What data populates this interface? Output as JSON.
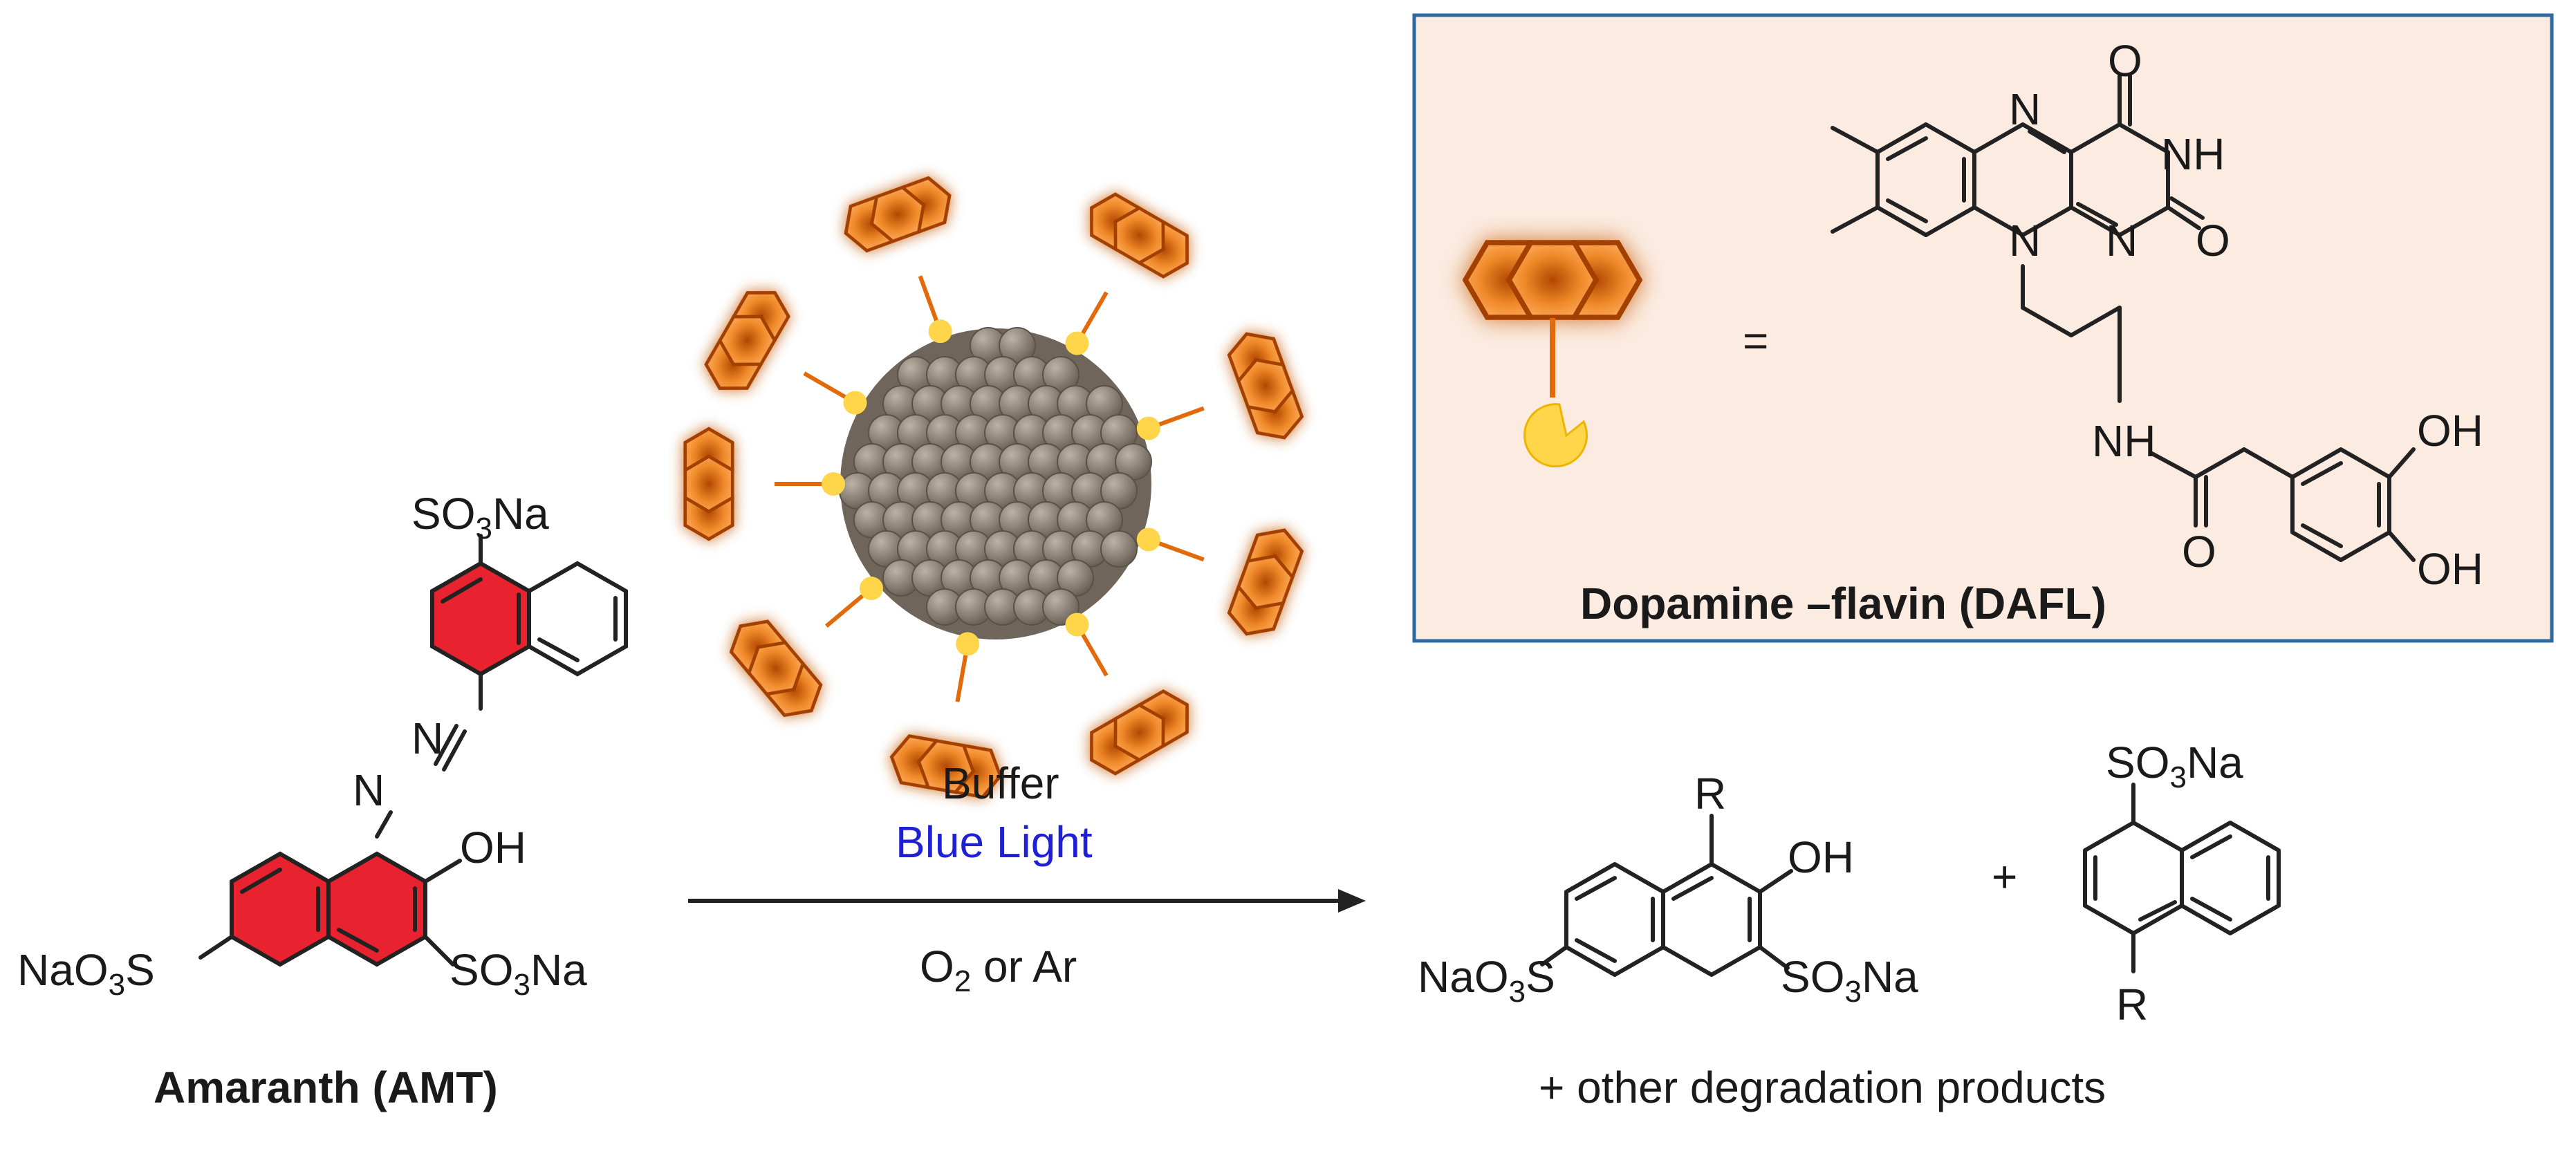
{
  "reactant": {
    "name": "Amaranth (AMT)",
    "groups": [
      "SO3Na",
      "OH",
      "NaO3S",
      "SO3Na",
      "N",
      "N"
    ]
  },
  "catalyst_box": {
    "label": "Dopamine –flavin (DAFL)",
    "equals": "=",
    "flavin_atoms": [
      "N",
      "O",
      "NH",
      "O",
      "N",
      "N"
    ],
    "linker_atoms": [
      "NH",
      "O",
      "OH",
      "OH"
    ]
  },
  "conditions": {
    "above": [
      "Buffer",
      "Blue Light"
    ],
    "below": "O2 or Ar",
    "blue_light_color": "#1f1fd6"
  },
  "products": {
    "product1_groups": [
      "R",
      "OH",
      "NaO3S",
      "SO3Na"
    ],
    "plus": "+",
    "product2_groups": [
      "SO3Na",
      "R"
    ],
    "footer": "+ other degradation products"
  },
  "colors": {
    "amaranth_red": "#e8222e",
    "flavin_orange": "#e36a0a",
    "box_fill": "#fcebe0",
    "box_border": "#2e6aa0",
    "nanoparticle": "#8a7e72",
    "catechol_yellow": "#ffd54a"
  },
  "icons": [
    "nanoparticle-sphere-icon",
    "anthracene-flavin-icon",
    "catechol-anchor-icon"
  ]
}
